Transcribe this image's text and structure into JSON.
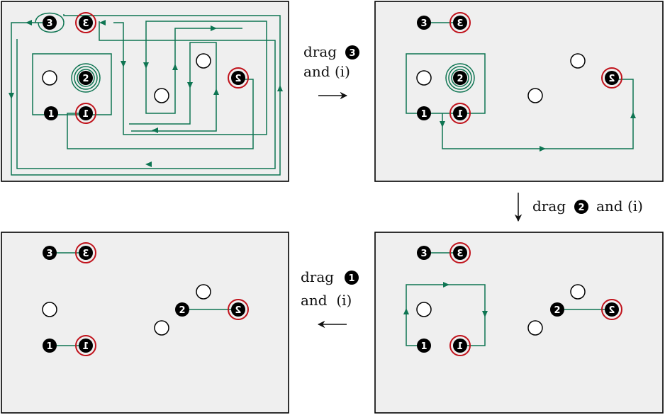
{
  "labels": {
    "step1_line1": "drag",
    "step1_line2": "and (i)",
    "step2_line1": "drag",
    "step2_line2": "and (i)",
    "step3_line1": "drag",
    "step3_line2": "and  (i)"
  },
  "step_numbers": {
    "step1": "3",
    "step2": "2",
    "step3": "1"
  },
  "node_labels": {
    "one": "1",
    "two": "2",
    "three": "3"
  },
  "colors": {
    "panel_fill": "#efefef",
    "panel_border": "#000000",
    "path": "#0e7552",
    "ring": "#c0121b",
    "dot": "#000000"
  }
}
